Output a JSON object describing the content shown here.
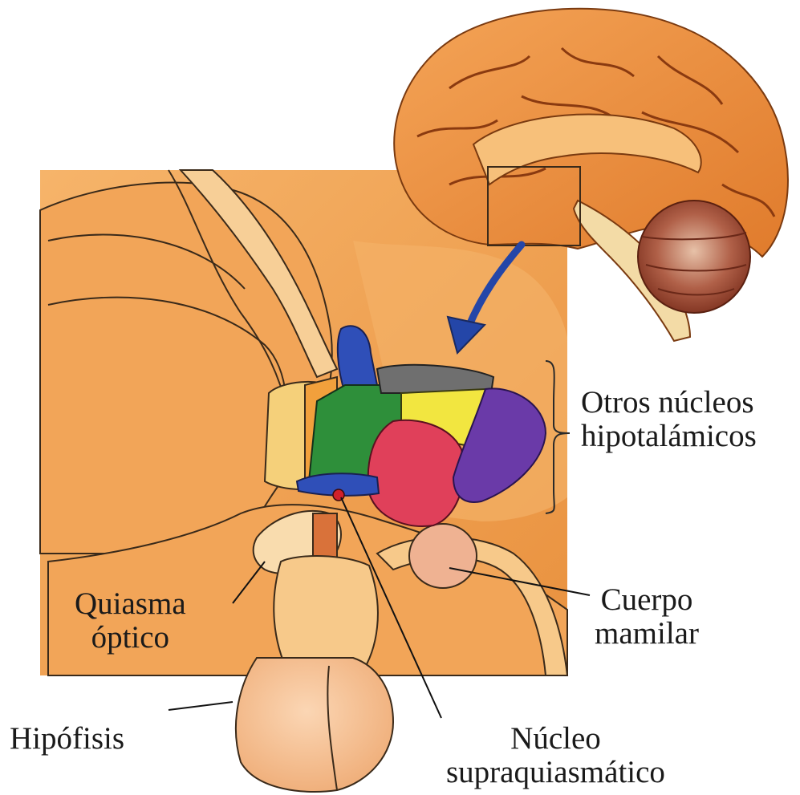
{
  "labels": {
    "otros_nucleos": [
      "Otros núcleos",
      "hipotalámicos"
    ],
    "quiasma": [
      "Quiasma",
      "óptico"
    ],
    "cuerpo": [
      "Cuerpo",
      "mamilar"
    ],
    "hipofisis": "Hipófisis",
    "nucleo": [
      "Núcleo",
      "supraquiasmático"
    ]
  },
  "colors": {
    "tissue_orange": "#f0a050",
    "tissue_light": "#f7c98a",
    "tissue_pale": "#f9dcae",
    "brainstem": "#f3dba6",
    "cerebellum": "#8a3a22",
    "nucleus_blue": "#2f4fb8",
    "nucleus_green": "#2e8f3a",
    "nucleus_yellow": "#f2e640",
    "nucleus_red": "#e0405a",
    "nucleus_purple": "#6a3aa8",
    "nucleus_gray": "#6f6f6f",
    "arrow_blue": "#2446a8"
  }
}
